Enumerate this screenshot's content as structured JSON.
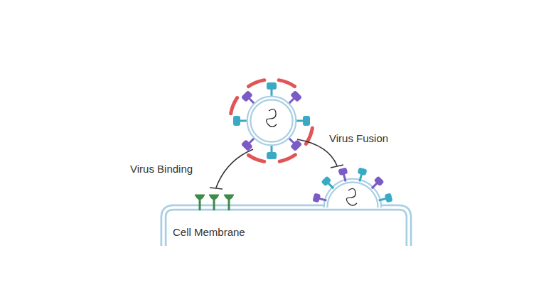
{
  "diagram": {
    "labels": [
      "Virus Binding",
      "Virus Fusion",
      "Cell Membrane"
    ]
  }
}
